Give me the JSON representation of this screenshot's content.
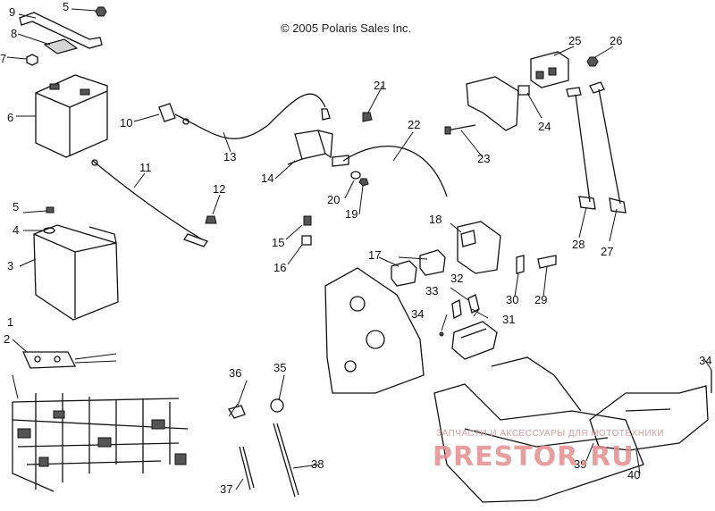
{
  "copyright": "© 2005 Polaris Sales Inc.",
  "watermark": {
    "line1": "ЗАПЧАСТИ И АКСЕССУАРЫ ДЛЯ МОТОТЕХНИКИ",
    "line2": "PRESTOR.RU"
  },
  "callouts": [
    "1",
    "2",
    "3",
    "4",
    "5",
    "5",
    "6",
    "7",
    "8",
    "9",
    "10",
    "11",
    "12",
    "13",
    "14",
    "15",
    "16",
    "17",
    "18",
    "19",
    "20",
    "21",
    "22",
    "23",
    "24",
    "25",
    "26",
    "27",
    "28",
    "29",
    "30",
    "31",
    "32",
    "33",
    "34",
    "34",
    "35",
    "36",
    "37",
    "38",
    "39",
    "40"
  ]
}
